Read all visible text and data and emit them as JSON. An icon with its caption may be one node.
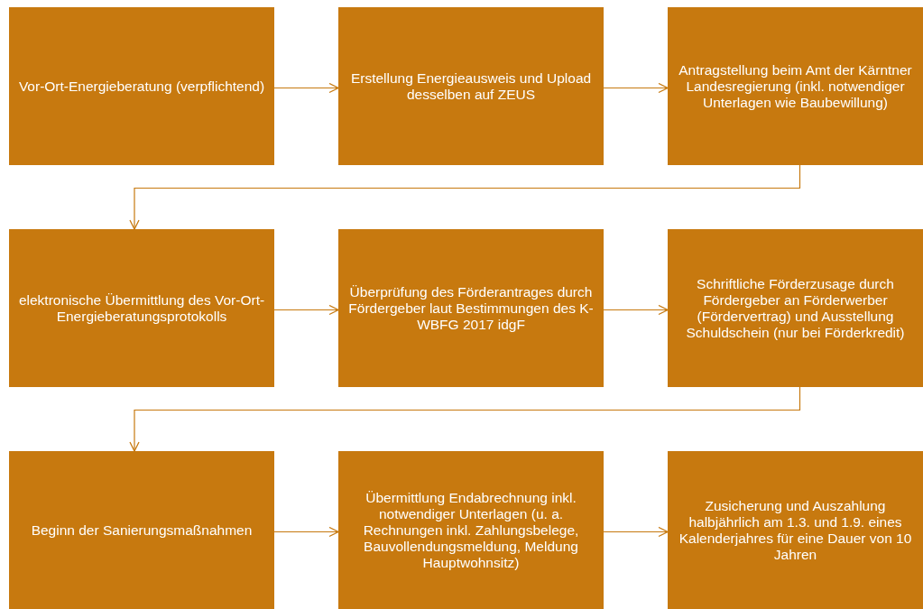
{
  "diagram": {
    "nodes": [
      {
        "text": [
          "Vor-Ort-Energieberatung (verpflichtend)"
        ]
      },
      {
        "text": [
          "Erstellung Energieausweis und Upload desselben auf ZEUS"
        ]
      },
      {
        "text": [
          "Antragstellung beim Amt der Kärntner Landesregierung (inkl. notwendiger Unterlagen wie Baubewillung)"
        ]
      },
      {
        "text": [
          "elektronische Übermittlung des Vor-Ort-Energieberatungsprotokolls"
        ]
      },
      {
        "text": [
          "Überprüfung des Förderantrages durch Fördergeber laut Bestimmungen des K-WBFG 2017 idgF"
        ]
      },
      {
        "text": [
          "Schriftliche Förderzusage durch Fördergeber an Förderwerber (Fördervertrag) und Ausstellung Schuldschein (nur bei Förderkredit)"
        ]
      },
      {
        "text": [
          "Beginn der Sanierungsmaßnahmen"
        ]
      },
      {
        "text": [
          "Übermittlung Endabrechnung inkl. notwendiger Unterlagen (u. a. Rechnungen inkl. Zahlungsbelege, Bauvollendungsmeldung, Meldung Hauptwohnsitz)"
        ]
      },
      {
        "text": [
          "Zusicherung und Auszahlung halbjährlich am 1.3. und 1.9. eines Kalenderjahres für eine Dauer von 10 Jahren"
        ]
      }
    ],
    "edges": [
      {
        "from": 0,
        "to": 1,
        "arrow": "to"
      },
      {
        "from": 1,
        "to": 2,
        "arrow": "to"
      },
      {
        "from": 2,
        "to": 3,
        "arrow": "to"
      },
      {
        "from": 3,
        "to": 4,
        "arrow": "to"
      },
      {
        "from": 4,
        "to": 5,
        "arrow": "to"
      },
      {
        "from": 5,
        "to": 6,
        "arrow": "to"
      },
      {
        "from": 6,
        "to": 7,
        "arrow": "to"
      },
      {
        "from": 7,
        "to": 8,
        "arrow": "to"
      }
    ]
  }
}
